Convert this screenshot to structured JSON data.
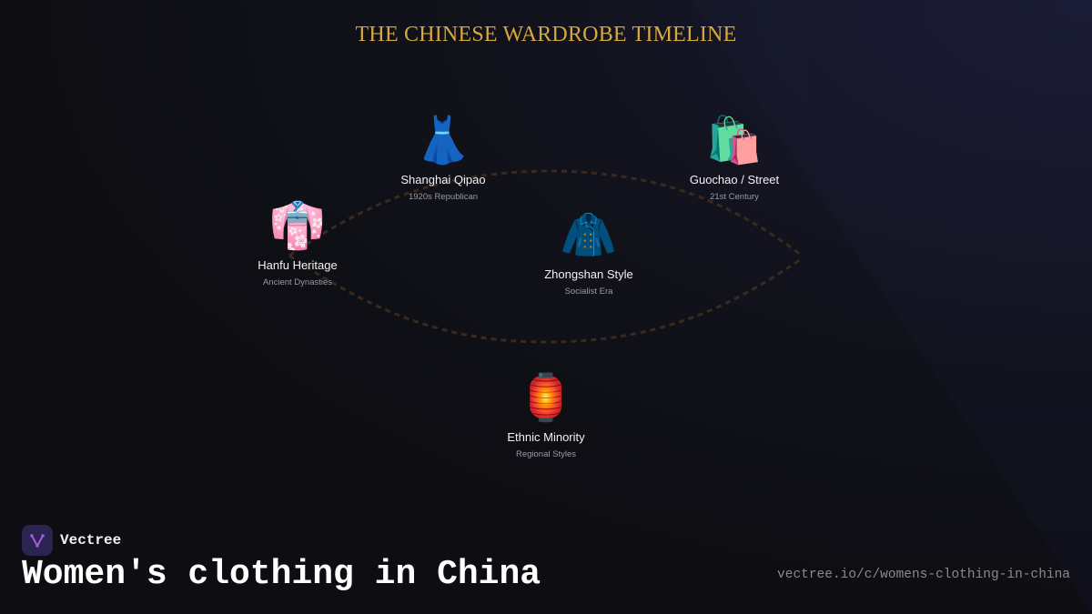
{
  "title": "THE CHINESE WARDROBE TIMELINE",
  "nodes": [
    {
      "icon": "kimono-icon",
      "emoji": "👘",
      "name": "Hanfu Heritage",
      "era": "Ancient Dynasties"
    },
    {
      "icon": "dress-icon",
      "emoji": "👗",
      "name": "Shanghai Qipao",
      "era": "1920s Republican"
    },
    {
      "icon": "coat-icon",
      "emoji": "🧥",
      "name": "Zhongshan Style",
      "era": "Socialist Era"
    },
    {
      "icon": "shopping-bags-icon",
      "emoji": "🛍️",
      "name": "Guochao / Street",
      "era": "21st Century"
    },
    {
      "icon": "red-lantern-icon",
      "emoji": "🏮",
      "name": "Ethnic Minority",
      "era": "Regional Styles"
    }
  ],
  "footer": {
    "brand": "Vectree",
    "headline": "Women's clothing in China",
    "url": "vectree.io/c/womens-clothing-in-china"
  },
  "colors": {
    "accent_gold": "#d7a83c",
    "path_brown": "#3a2a1e",
    "logo_bg": "#2a2450",
    "logo_mark": "#a35ad8"
  }
}
